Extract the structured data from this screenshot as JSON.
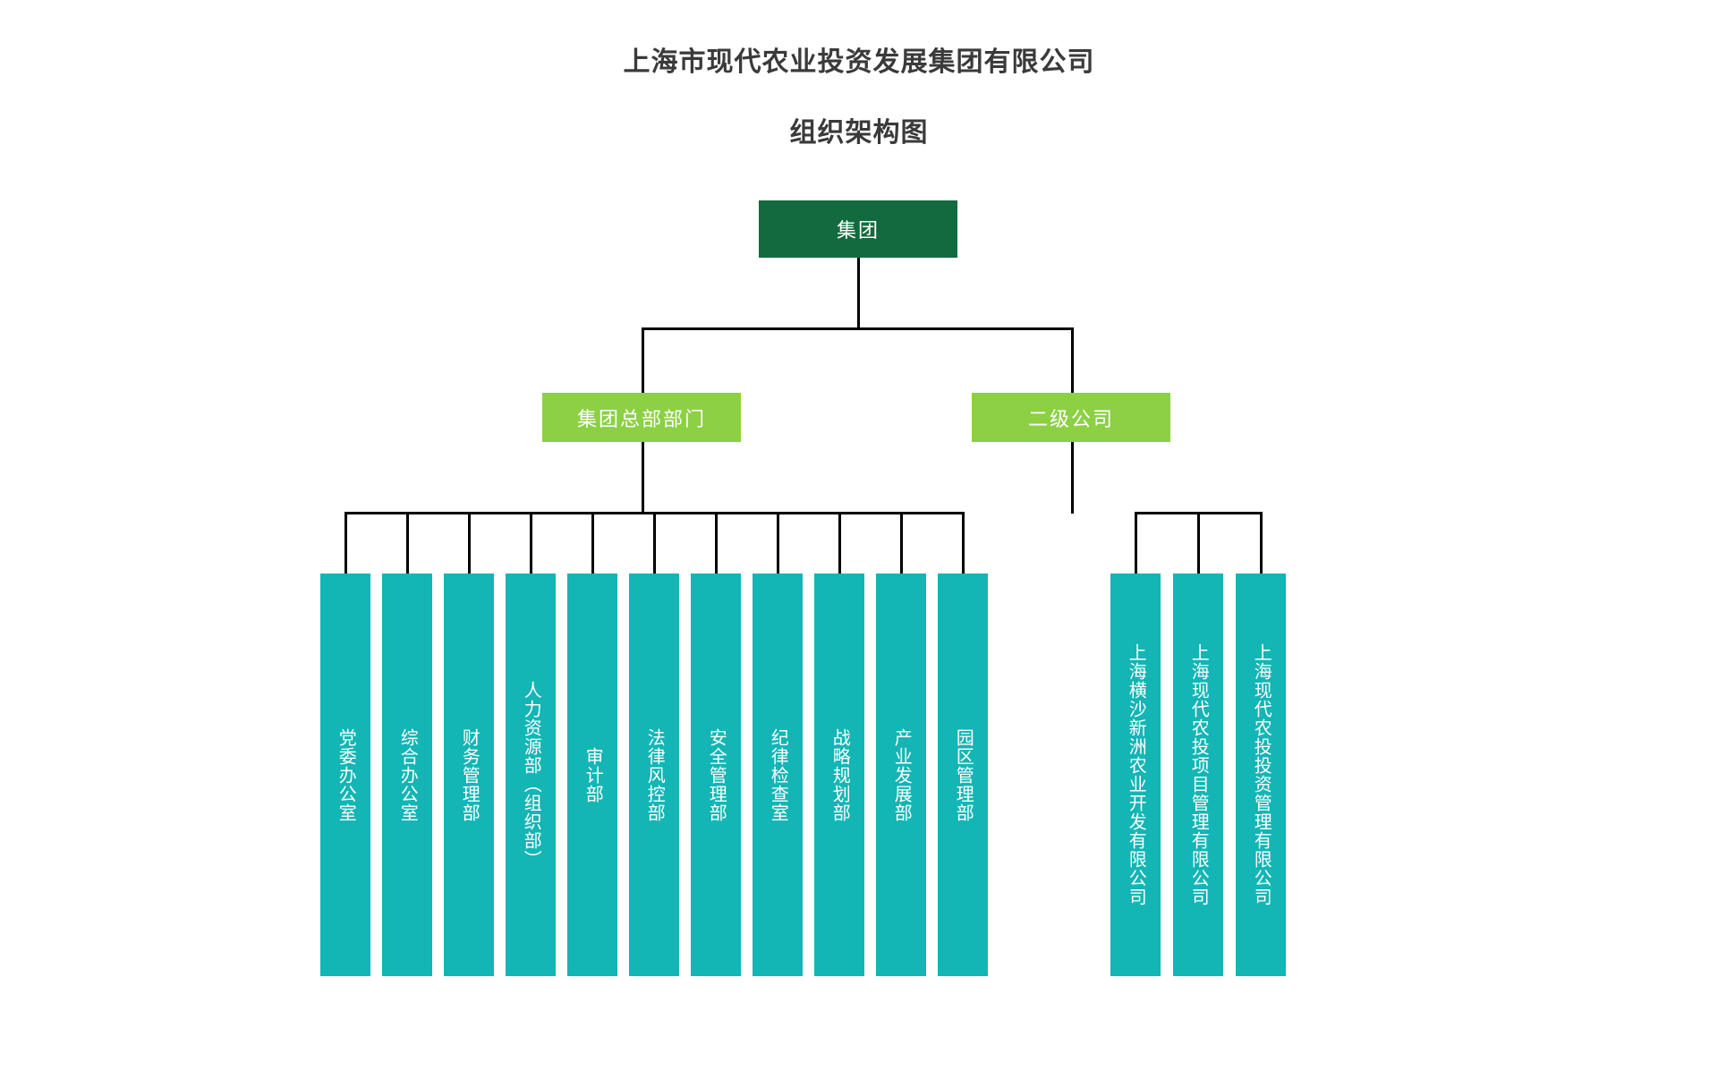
{
  "header": {
    "title": "上海市现代农业投资发展集团有限公司",
    "subtitle": "组织架构图"
  },
  "colors": {
    "root": "#126B3E",
    "level2": "#8CD044",
    "leaf": "#13B5B5",
    "line": "#000000",
    "title_text": "#3a3a3a",
    "node_text": "#ffffff",
    "background": "#ffffff"
  },
  "chart_data": {
    "type": "diagram",
    "diagram_kind": "organization-chart",
    "title": "上海市现代农业投资发展集团有限公司",
    "subtitle": "组织架构图",
    "orientation": "top-down",
    "root": {
      "label": "集团",
      "level": 1,
      "color": "#126B3E"
    },
    "level2": [
      {
        "label": "集团总部部门",
        "color": "#8CD044",
        "child_count": 11
      },
      {
        "label": "二级公司",
        "color": "#8CD044",
        "child_count": 3
      }
    ],
    "headquarters_departments": [
      "党委办公室",
      "综合办公室",
      "财务管理部",
      "人力资源部（组织部）",
      "审计部",
      "法律风控部",
      "安全管理部",
      "纪律检查室",
      "战略规划部",
      "产业发展部",
      "园区管理部"
    ],
    "subsidiary_companies": [
      "上海横沙新洲农业开发有限公司",
      "上海现代农投项目管理有限公司",
      "上海现代农投投资管理有限公司"
    ]
  },
  "nodes": {
    "root": {
      "label": "集团"
    },
    "hq_group": {
      "label": "集团总部部门"
    },
    "sub_group": {
      "label": "二级公司"
    },
    "departments": [
      {
        "label": "党委办公室"
      },
      {
        "label": "综合办公室"
      },
      {
        "label": "财务管理部"
      },
      {
        "label": "人力资源部（组织部）"
      },
      {
        "label": "审计部"
      },
      {
        "label": "法律风控部"
      },
      {
        "label": "安全管理部"
      },
      {
        "label": "纪律检查室"
      },
      {
        "label": "战略规划部"
      },
      {
        "label": "产业发展部"
      },
      {
        "label": "园区管理部"
      }
    ],
    "companies": [
      {
        "label": "上海横沙新洲农业开发有限公司"
      },
      {
        "label": "上海现代农投项目管理有限公司"
      },
      {
        "label": "上海现代农投投资管理有限公司"
      }
    ]
  }
}
